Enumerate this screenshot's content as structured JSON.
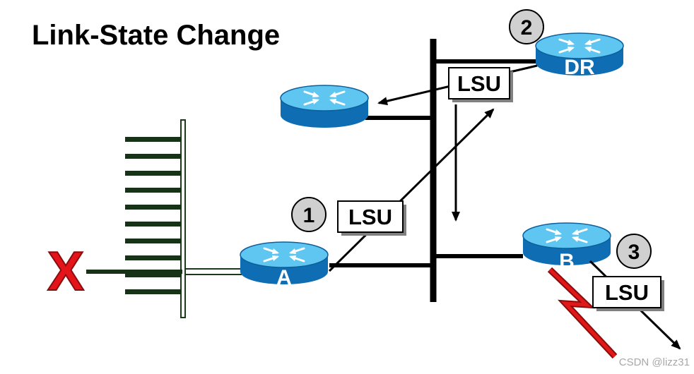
{
  "title": "Link-State Change",
  "watermark": "CSDN @lizz31",
  "failed_link_mark": "X",
  "routers": {
    "a": {
      "label": "A"
    },
    "b": {
      "label": "B"
    },
    "dr": {
      "label": "DR"
    },
    "other": {
      "label": ""
    }
  },
  "steps": [
    "1",
    "2",
    "3"
  ],
  "lsu_label": "LSU",
  "colors": {
    "router_top": "#5ec6f0",
    "router_side": "#0f6eb3",
    "shared_segment": "#000000",
    "lan_bus": "#1a3a1a",
    "wan_link": "#cc1111",
    "failure_mark": "#e4141b"
  },
  "icons": [
    "router-icon",
    "arrow-icon",
    "serial-link-icon",
    "failure-x-icon"
  ]
}
